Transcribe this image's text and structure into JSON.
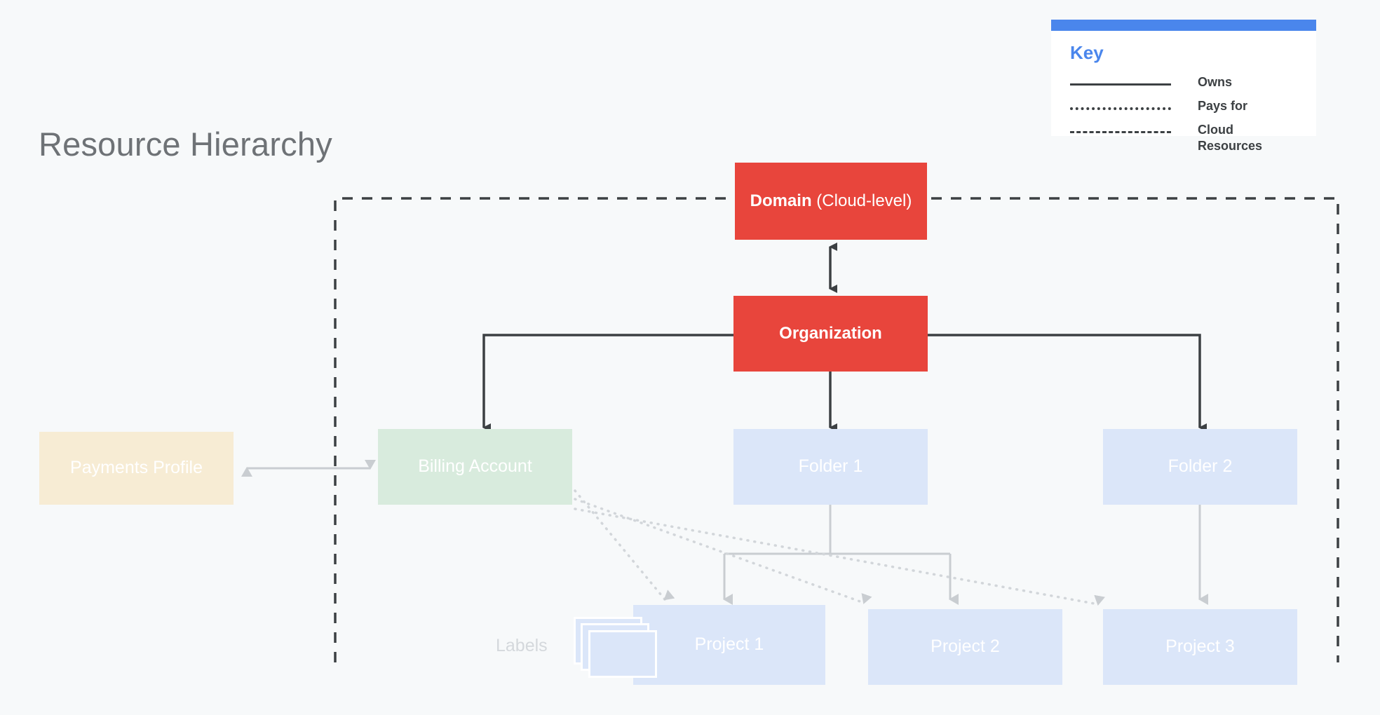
{
  "page": {
    "title": "Resource Hierarchy",
    "background_color": "#F7F9FA"
  },
  "colors": {
    "red": "#E8453C",
    "blue_accent": "#4A86EC",
    "light_blue": "#DBE6F9",
    "light_green": "#D8EBDD",
    "cream": "#F7ECD4",
    "dark_line": "#3C4043",
    "light_line": "#C9CDD1"
  },
  "legend": {
    "title": "Key",
    "items": [
      {
        "style": "solid",
        "label": "Owns"
      },
      {
        "style": "dotted",
        "label": "Pays for"
      },
      {
        "style": "dashed",
        "label": "Cloud Resources"
      }
    ]
  },
  "nodes": {
    "domain": {
      "label_bold": "Domain",
      "label_regular": " (Cloud-level)"
    },
    "organization": {
      "label": "Organization"
    },
    "payments_profile": {
      "label": "Payments Profile"
    },
    "billing_account": {
      "label": "Billing Account"
    },
    "folder_1": {
      "label": "Folder 1"
    },
    "folder_2": {
      "label": "Folder 2"
    },
    "project_1": {
      "label": "Project 1"
    },
    "project_2": {
      "label": "Project 2"
    },
    "project_3": {
      "label": "Project 3"
    },
    "labels": {
      "label": "Labels"
    }
  },
  "edges": [
    {
      "from": "domain",
      "to": "organization",
      "style": "solid",
      "direction": "both"
    },
    {
      "from": "organization",
      "to": "billing_account",
      "style": "solid",
      "direction": "to"
    },
    {
      "from": "organization",
      "to": "folder_1",
      "style": "solid",
      "direction": "to"
    },
    {
      "from": "organization",
      "to": "folder_2",
      "style": "solid",
      "direction": "to"
    },
    {
      "from": "payments_profile",
      "to": "billing_account",
      "style": "solid",
      "direction": "both"
    },
    {
      "from": "billing_account",
      "to": "project_1",
      "style": "dotted",
      "direction": "to"
    },
    {
      "from": "billing_account",
      "to": "project_2",
      "style": "dotted",
      "direction": "to"
    },
    {
      "from": "billing_account",
      "to": "project_3",
      "style": "dotted",
      "direction": "to"
    },
    {
      "from": "folder_1",
      "to": "project_1",
      "style": "solid",
      "direction": "to"
    },
    {
      "from": "folder_1",
      "to": "project_2",
      "style": "solid",
      "direction": "to"
    },
    {
      "from": "folder_2",
      "to": "project_3",
      "style": "solid",
      "direction": "to"
    }
  ],
  "cloud_boundary": {
    "style": "dashed",
    "meaning": "Cloud Resources"
  }
}
